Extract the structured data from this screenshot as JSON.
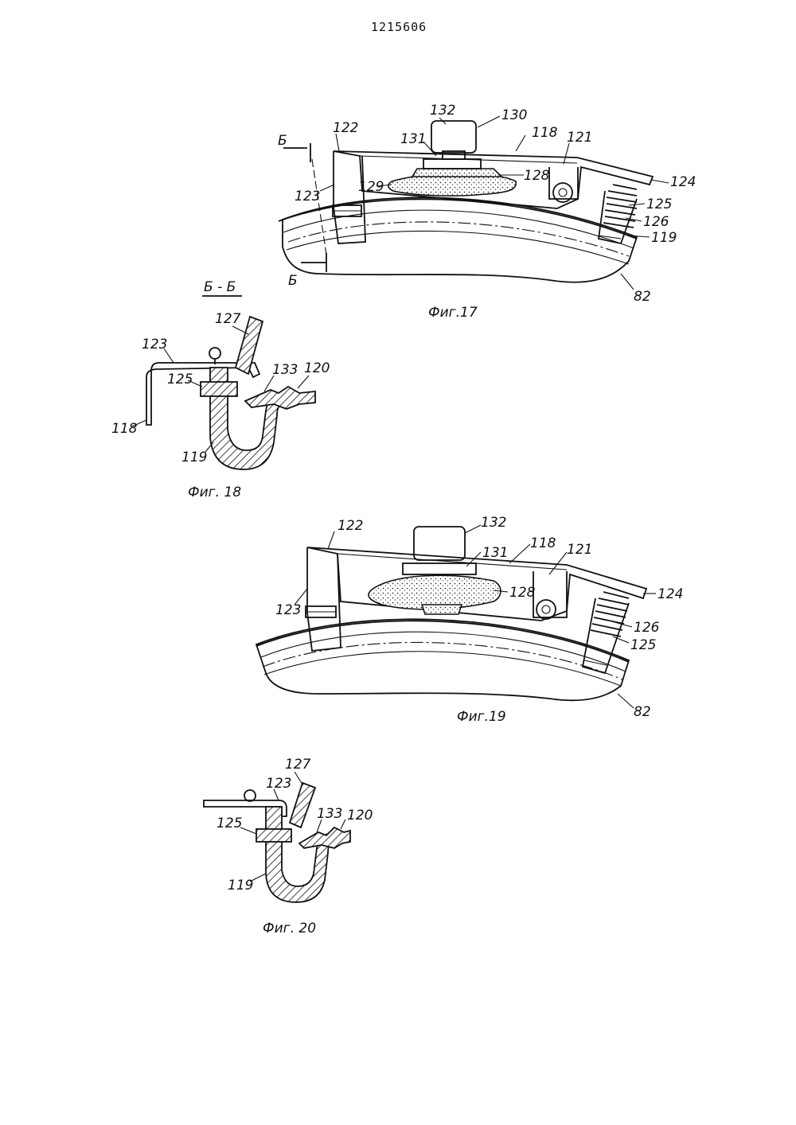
{
  "header": {
    "patent_number": "1215606"
  },
  "fig17": {
    "caption": "Фиг.17",
    "section_mark": "Б",
    "labels": {
      "l132": "132",
      "l130": "130",
      "l118": "118",
      "l122": "122",
      "l131": "131",
      "l121": "121",
      "l124": "124",
      "l128": "128",
      "l129": "129",
      "l123": "123",
      "l125": "125",
      "l126": "126",
      "l119": "119",
      "l82": "82"
    }
  },
  "fig18": {
    "section_title": "Б - Б",
    "caption": "Фиг. 18",
    "labels": {
      "l127": "127",
      "l123": "123",
      "l133": "133",
      "l120": "120",
      "l125": "125",
      "l118": "118",
      "l119": "119"
    }
  },
  "fig19": {
    "caption": "Фиг.19",
    "labels": {
      "l122": "122",
      "l132": "132",
      "l118": "118",
      "l131": "131",
      "l121": "121",
      "l128": "128",
      "l124": "124",
      "l123": "123",
      "l126": "126",
      "l125": "125",
      "l82": "82"
    }
  },
  "fig20": {
    "caption": "Фиг. 20",
    "labels": {
      "l127": "127",
      "l123": "123",
      "l133": "133",
      "l120": "120",
      "l125": "125",
      "l119": "119"
    }
  }
}
